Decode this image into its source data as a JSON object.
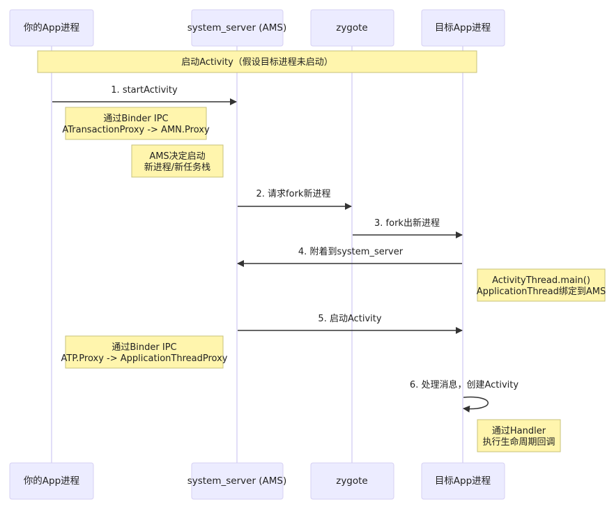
{
  "actors": [
    {
      "id": "app",
      "label": "你的App进程"
    },
    {
      "id": "ams",
      "label": "system_server (AMS)"
    },
    {
      "id": "zygote",
      "label": "zygote"
    },
    {
      "id": "target",
      "label": "目标App进程"
    }
  ],
  "banner": {
    "text": "启动Activity（假设目标进程未启动）",
    "spans": [
      "app",
      "target"
    ]
  },
  "messages": [
    {
      "from": "app",
      "to": "ams",
      "label": "1. startActivity"
    },
    {
      "from": "ams",
      "to": "zygote",
      "label": "2. 请求fork新进程"
    },
    {
      "from": "zygote",
      "to": "target",
      "label": "3. fork出新进程"
    },
    {
      "from": "target",
      "to": "ams",
      "label": "4. 附着到system_server"
    },
    {
      "from": "ams",
      "to": "target",
      "label": "5. 启动Activity"
    },
    {
      "from": "target",
      "to": "target",
      "label": "6. 处理消息，创建Activity"
    }
  ],
  "notes": [
    {
      "lines": [
        "通过Binder IPC",
        "ATransactionProxy -> AMN.Proxy"
      ]
    },
    {
      "lines": [
        "AMS决定启动",
        "新进程/新任务栈"
      ]
    },
    {
      "lines": [
        "ActivityThread.main()",
        "ApplicationThread绑定到AMS"
      ]
    },
    {
      "lines": [
        "通过Binder IPC",
        "ATP.Proxy -> ApplicationThreadProxy"
      ]
    },
    {
      "lines": [
        "通过Handler",
        "执行生命周期回调"
      ]
    }
  ]
}
